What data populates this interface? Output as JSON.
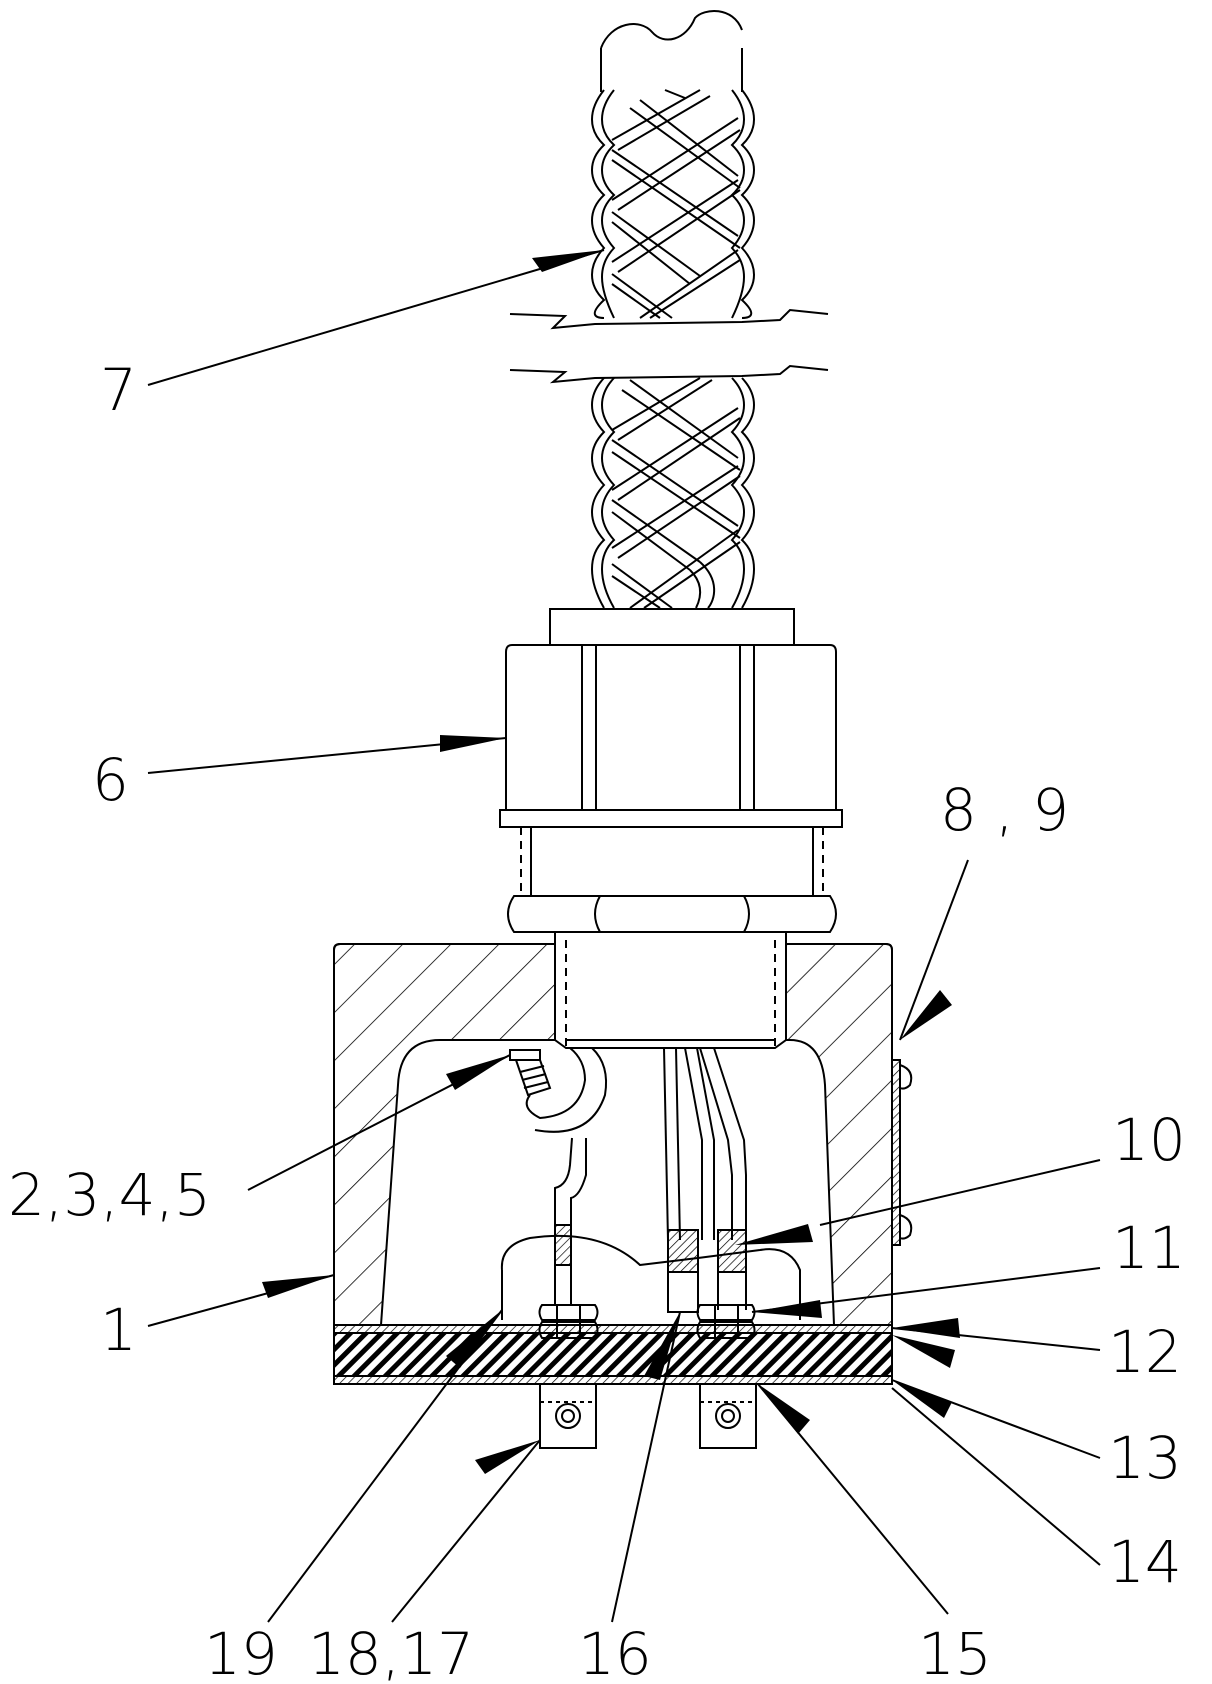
{
  "colors": {
    "line": "#000000",
    "background": "#ffffff"
  },
  "labels": {
    "l7": "7",
    "l6": "6",
    "l89": "8 , 9",
    "l2345": "2,3,4,5",
    "l10": "10",
    "l11": "11",
    "l1": "1",
    "l12": "12",
    "l13": "13",
    "l14": "14",
    "l19": "19",
    "l1817": "18,17",
    "l16": "16",
    "l15": "15"
  }
}
